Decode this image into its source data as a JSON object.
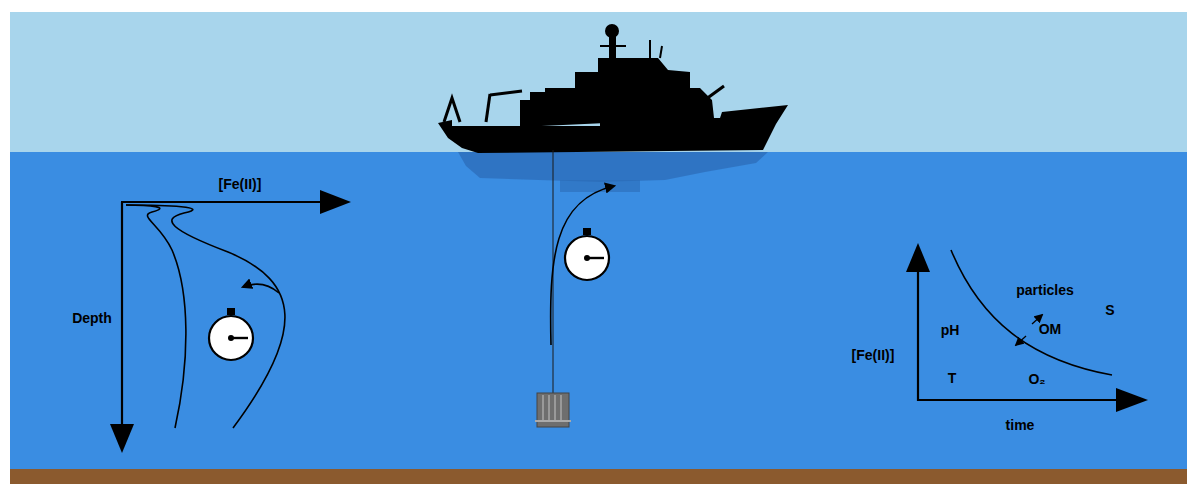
{
  "diagram": {
    "labels": [
      "[Fe(II)]",
      "Depth",
      "[Fe(II)]",
      "particles",
      "pH",
      "OM",
      "S",
      "T",
      "O₂",
      "time"
    ]
  }
}
